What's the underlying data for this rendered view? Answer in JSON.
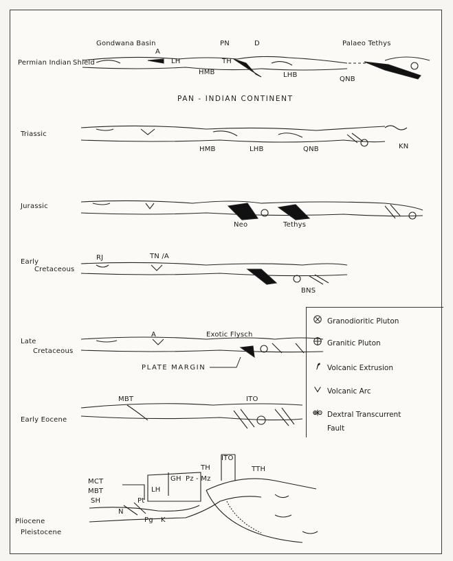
{
  "title": "PAN - INDIAN CONTINENT",
  "panels": {
    "permian": {
      "label": "Permian Indian Shield",
      "label_line1": "Permian Indian",
      "label_line2": "Shield",
      "gondwana": "Gondwana Basin",
      "a": "A",
      "lh": "LH",
      "pn": "PN",
      "d": "D",
      "th": "TH",
      "hmb": "HMB",
      "lhb": "LHB",
      "palaeo": "Palaeo Tethys",
      "qnb": "QNB"
    },
    "triassic": {
      "label": "Triassic",
      "hmb": "HMB",
      "lhb": "LHB",
      "qnb": "QNB",
      "kn": "KN"
    },
    "jurassic": {
      "label": "Jurassic",
      "neo": "Neo",
      "tethys": "Tethys"
    },
    "early_cretaceous": {
      "label_line1": "Early",
      "label_line2": "Cretaceous",
      "rj": "RJ",
      "tna": "TN /A",
      "bns": "BNS"
    },
    "late_cretaceous": {
      "label_line1": "Late",
      "label_line2": "Cretaceous",
      "a": "A",
      "exotic": "Exotic Flysch",
      "plate_margin": "PLATE  MARGIN"
    },
    "early_eocene": {
      "label": "Early Eocene",
      "mbt": "MBT",
      "ito": "ITO"
    },
    "plio": {
      "label_line1": "Pliocene",
      "label_line2": "Pleistocene",
      "ito": "ITO",
      "th": "TH",
      "tth": "TTH",
      "mct": "MCT",
      "mbt": "MBT",
      "sh": "SH",
      "lh": "LH",
      "gh": "GH",
      "pzmz": "Pz - Mz",
      "pt": "Pt",
      "n": "N",
      "pg": "Pg",
      "k": "K"
    }
  },
  "legend": [
    {
      "icon": "granodioritic-pluton-icon",
      "label": "Granodioritic Pluton"
    },
    {
      "icon": "granitic-pluton-icon",
      "label": "Granitic Pluton"
    },
    {
      "icon": "volcanic-extrusion-icon",
      "label": "Volcanic Extrusion"
    },
    {
      "icon": "volcanic-arc-icon",
      "label": "Volcanic Arc"
    },
    {
      "icon": "dextral-transcurrent-fault-icon",
      "label_line1": "Dextral Transcurrent",
      "label_line2": "Fault"
    }
  ]
}
